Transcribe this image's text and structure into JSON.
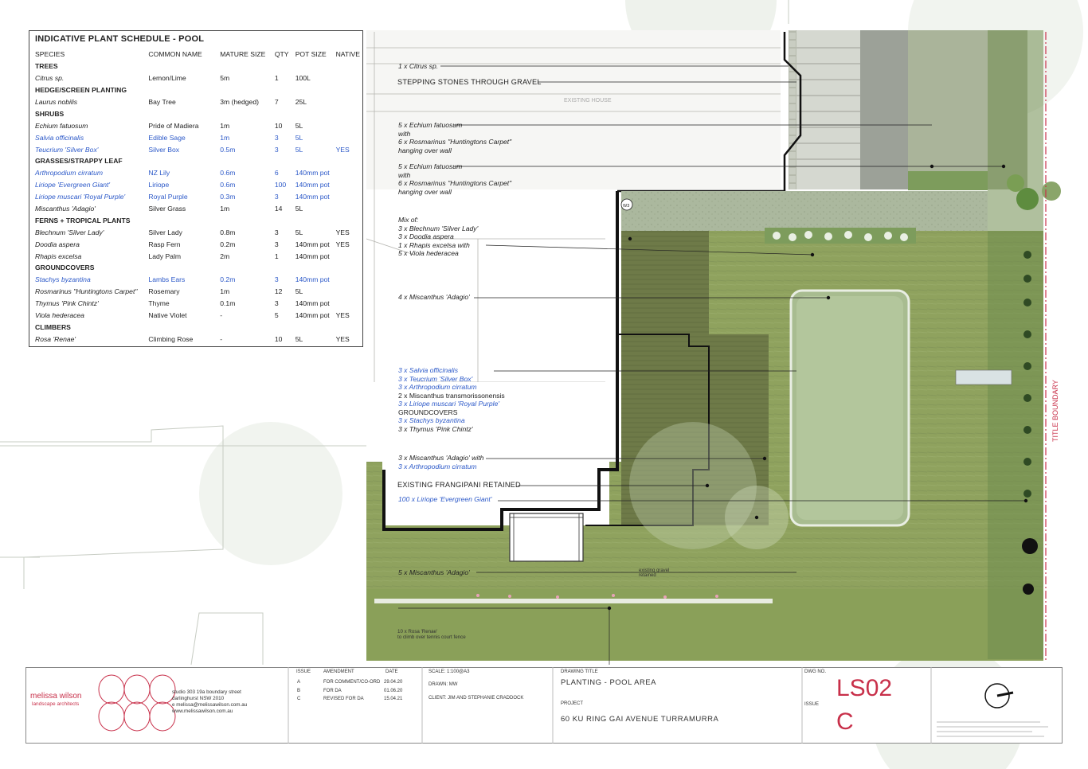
{
  "schedule": {
    "title": "INDICATIVE PLANT SCHEDULE - POOL",
    "columns": [
      "SPECIES",
      "COMMON NAME",
      "MATURE SIZE",
      "QTY",
      "POT SIZE",
      "NATIVE"
    ],
    "rows": [
      {
        "section": "TREES"
      },
      {
        "species": "Citrus sp.",
        "common": "Lemon/Lime",
        "size": "5m",
        "qty": "1",
        "pot": "100L",
        "native": "",
        "blue": false
      },
      {
        "section": "HEDGE/SCREEN PLANTING"
      },
      {
        "species": "Laurus nobilis",
        "common": "Bay Tree",
        "size": "3m (hedged)",
        "qty": "7",
        "pot": "25L",
        "native": "",
        "blue": false
      },
      {
        "section": "SHRUBS"
      },
      {
        "species": "Echium fatuosum",
        "common": "Pride of Madiera",
        "size": "1m",
        "qty": "10",
        "pot": "5L",
        "native": "",
        "blue": false
      },
      {
        "species": "Salvia officinalis",
        "common": "Edible Sage",
        "size": "1m",
        "qty": "3",
        "pot": "5L",
        "native": "",
        "blue": true
      },
      {
        "species": "Teucrium 'Silver Box'",
        "common": "Silver Box",
        "size": "0.5m",
        "qty": "3",
        "pot": "5L",
        "native": "YES",
        "blue": true
      },
      {
        "section": "GRASSES/STRAPPY LEAF"
      },
      {
        "species": "Arthropodium cirratum",
        "common": "NZ Lily",
        "size": "0.6m",
        "qty": "6",
        "pot": "140mm pot",
        "native": "",
        "blue": true
      },
      {
        "species": "Liriope 'Evergreen Giant'",
        "common": "Liriope",
        "size": "0.6m",
        "qty": "100",
        "pot": "140mm pot",
        "native": "",
        "blue": true
      },
      {
        "species": "Liriope muscari 'Royal Purple'",
        "common": "Royal Purple",
        "size": "0.3m",
        "qty": "3",
        "pot": "140mm pot",
        "native": "",
        "blue": true
      },
      {
        "species": "Miscanthus 'Adagio'",
        "common": "Silver Grass",
        "size": "1m",
        "qty": "14",
        "pot": "5L",
        "native": "",
        "blue": false
      },
      {
        "section": "FERNS + TROPICAL PLANTS"
      },
      {
        "species": "Blechnum 'Silver Lady'",
        "common": "Silver Lady",
        "size": "0.8m",
        "qty": "3",
        "pot": "5L",
        "native": "YES",
        "blue": false
      },
      {
        "species": "Doodia aspera",
        "common": "Rasp Fern",
        "size": "0.2m",
        "qty": "3",
        "pot": "140mm pot",
        "native": "YES",
        "blue": false
      },
      {
        "species": "Rhapis excelsa",
        "common": "Lady Palm",
        "size": "2m",
        "qty": "1",
        "pot": "140mm pot",
        "native": "",
        "blue": false
      },
      {
        "section": "GROUNDCOVERS"
      },
      {
        "species": "Stachys byzantina",
        "common": "Lambs Ears",
        "size": "0.2m",
        "qty": "3",
        "pot": "140mm pot",
        "native": "",
        "blue": true
      },
      {
        "species": "Rosmarinus \"Huntingtons Carpet\"",
        "common": "Rosemary",
        "size": "1m",
        "qty": "12",
        "pot": "5L",
        "native": "",
        "blue": false
      },
      {
        "species": "Thymus 'Pink Chintz'",
        "common": "Thyme",
        "size": "0.1m",
        "qty": "3",
        "pot": "140mm pot",
        "native": "",
        "blue": false
      },
      {
        "species": "Viola hederacea",
        "common": "Native Violet",
        "size": "-",
        "qty": "5",
        "pot": "140mm pot",
        "native": "YES",
        "blue": false
      },
      {
        "section": "CLIMBERS"
      },
      {
        "species": "Rosa 'Renae'",
        "common": "Climbing Rose",
        "size": "-",
        "qty": "10",
        "pot": "5L",
        "native": "YES",
        "blue": false
      }
    ]
  },
  "labels": {
    "citrus": "1 x Citrus sp.",
    "stepping": "STEPPING STONES THROUGH GRAVEL",
    "existing_house": "EXISTING HOUSE",
    "echium1_a": "5 x Echium fatuosum",
    "echium1_b": "with",
    "echium1_c": "6 x Rosmarinus \"Huntingtons Carpet\"",
    "echium1_d": "hanging over wall",
    "echium2_a": "5 x Echium fatuosum",
    "echium2_b": "with",
    "echium2_c": "6 x Rosmarinus \"Huntingtons Carpet\"",
    "echium2_d": "hanging over wall",
    "mix_a": "Mix of:",
    "mix_b": "3 x Blechnum 'Silver Lady'",
    "mix_c": "3 x Doodia aspera",
    "mix_d": "1 x Rhapis excelsa with",
    "mix_e": "5 x Viola hederacea",
    "misc4": "4 x Miscanthus 'Adagio'",
    "g_a": "3 x Salvia officinalis",
    "g_b": "3 x Teucrium 'Silver Box'",
    "g_c": "3 x Arthropodium cirratum",
    "g_d": "2 x Miscanthus transmorissonensis",
    "g_e": "3 x Liriope muscari 'Royal Purple'",
    "g_f": "GROUNDCOVERS",
    "g_g": "3 x Stachys byzantina",
    "g_h": "3 x Thymus 'Pink Chintz'",
    "misc3_a": "3 x Miscanthus 'Adagio' with",
    "misc3_b": "3 x Arthropodium cirratum",
    "frangipani": "EXISTING FRANGIPANI RETAINED",
    "liriope100": "100 x Liriope 'Evergreen Giant'",
    "misc5": "5 x Miscanthus 'Adagio'",
    "gravel_a": "existing gravel",
    "gravel_b": "retained",
    "rosa_a": "10 x Rosa 'Renae'",
    "rosa_b": "to climb over tennis court fence",
    "boundary": "TITLE BOUNDARY",
    "w3": "W3"
  },
  "titleblock": {
    "company": "melissa wilson",
    "company_sub": "landscape architects",
    "address1": "studio 303 19a boundary street",
    "address2": "darlinghurst NSW 2010",
    "email": "e melissa@melissawilson.com.au",
    "web": "www.melissawilson.com.au",
    "issue_hdr": "ISSUE",
    "amend_hdr": "AMENDMENT",
    "date_hdr": "DATE",
    "issues": [
      {
        "issue": "A",
        "amend": "FOR COMMENT/CO-ORD",
        "date": "29.04.20"
      },
      {
        "issue": "B",
        "amend": "FOR DA",
        "date": "01.06.20"
      },
      {
        "issue": "C",
        "amend": "REVISED FOR DA",
        "date": "15.04.21"
      }
    ],
    "scale": "SCALE: 1:100@A3",
    "drawn": "DRAWN:  MW",
    "client": "CLIENT:  JIM AND STEPHANIE CRADDOCK",
    "drawing_title_lbl": "DRAWING TITLE",
    "drawing_title": "PLANTING - POOL AREA",
    "project_lbl": "PROJECT",
    "project": "60 KU RING GAI AVENUE TURRAMURRA",
    "dwg_lbl": "DWG NO.",
    "dwg": "LS02",
    "issue_lbl": "ISSUE",
    "issue": "C",
    "accent": "#c8304a"
  }
}
